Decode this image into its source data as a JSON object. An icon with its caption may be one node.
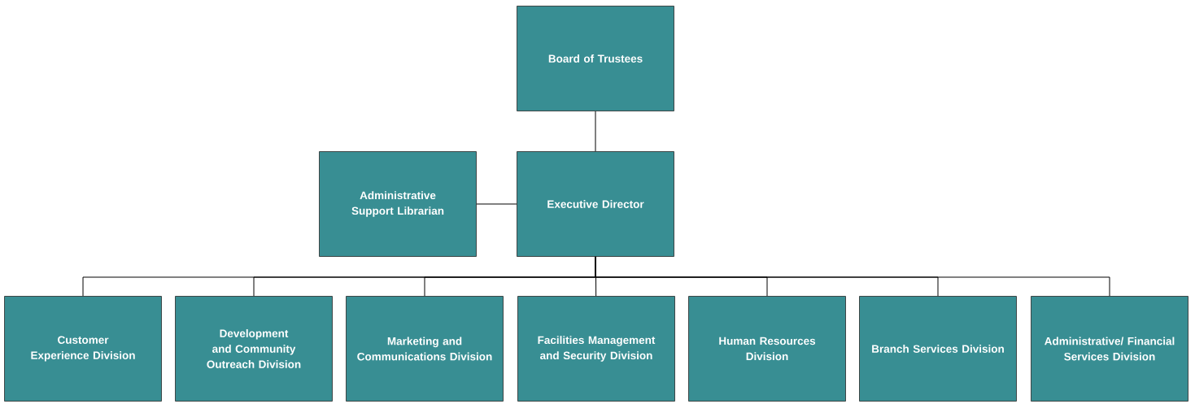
{
  "diagram": {
    "nodes": [
      {
        "text": [
          "Board of Trustees"
        ]
      },
      {
        "text": [
          "Administrative Support Librarian"
        ]
      },
      {
        "text": [
          "Executive Director"
        ]
      },
      {
        "text": [
          "Customer Experience Division"
        ]
      },
      {
        "text": [
          "Development and Community Outreach Division"
        ]
      },
      {
        "text": [
          "Marketing and Communications Division"
        ]
      },
      {
        "text": [
          "Facilities Management and Security Division"
        ]
      },
      {
        "text": [
          "Human Resources Division"
        ]
      },
      {
        "text": [
          "Branch Services Division"
        ]
      },
      {
        "text": [
          "Administrative/ Financial Services Division"
        ]
      }
    ],
    "edges": [
      {
        "from": 0,
        "to": 2,
        "arrow": "none"
      },
      {
        "from": 2,
        "to": 1,
        "arrow": "none"
      },
      {
        "from": 2,
        "to": 3,
        "arrow": "none"
      },
      {
        "from": 2,
        "to": 4,
        "arrow": "none"
      },
      {
        "from": 2,
        "to": 5,
        "arrow": "none"
      },
      {
        "from": 2,
        "to": 6,
        "arrow": "none"
      },
      {
        "from": 2,
        "to": 7,
        "arrow": "none"
      },
      {
        "from": 2,
        "to": 8,
        "arrow": "none"
      },
      {
        "from": 2,
        "to": 9,
        "arrow": "none"
      }
    ]
  }
}
